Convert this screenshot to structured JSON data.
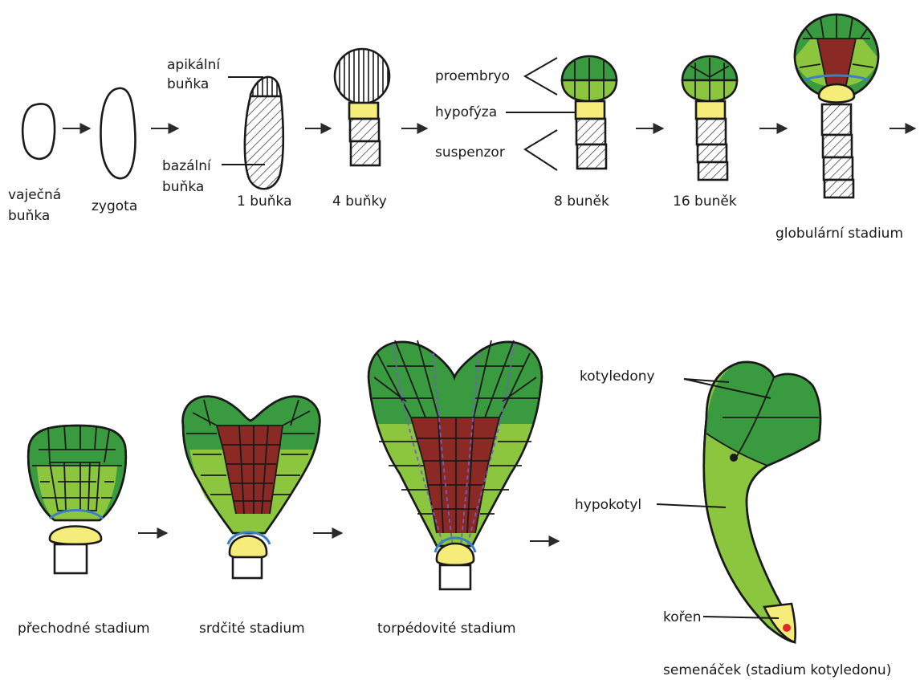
{
  "colors": {
    "dark_green": "#3a9a3f",
    "light_green": "#8cc63f",
    "maroon": "#8b2a24",
    "yellow": "#f5ec7a",
    "hypophysis_line": "#3b7fc4",
    "vascular_dashed": "#7a5cc0",
    "meristem_dot": "#e3262a"
  },
  "labels": {
    "egg_cell_1": "vaječná",
    "egg_cell_2": "buňka",
    "zygote": "zygota",
    "apical_1": "apikální",
    "apical_2": "buňka",
    "basal_1": "bazální",
    "basal_2": "buňka",
    "one_cell": "1 buňka",
    "four_cells": "4 buňky",
    "proembryo": "proembryo",
    "hypophysis": "hypofýza",
    "suspensor": "suspenzor",
    "eight_cells": "8 buněk",
    "sixteen_cells": "16 buněk",
    "globular": "globulární stadium",
    "transition": "přechodné stadium",
    "heart": "srdčité stadium",
    "torpedo": "torpédovité stadium",
    "cotyledons": "kotyledony",
    "hypocotyl": "hypokotyl",
    "root": "kořen",
    "seedling": "semenáček (stadium kotyledonu)"
  },
  "icons": {
    "arrow": "right-arrow-icon"
  }
}
